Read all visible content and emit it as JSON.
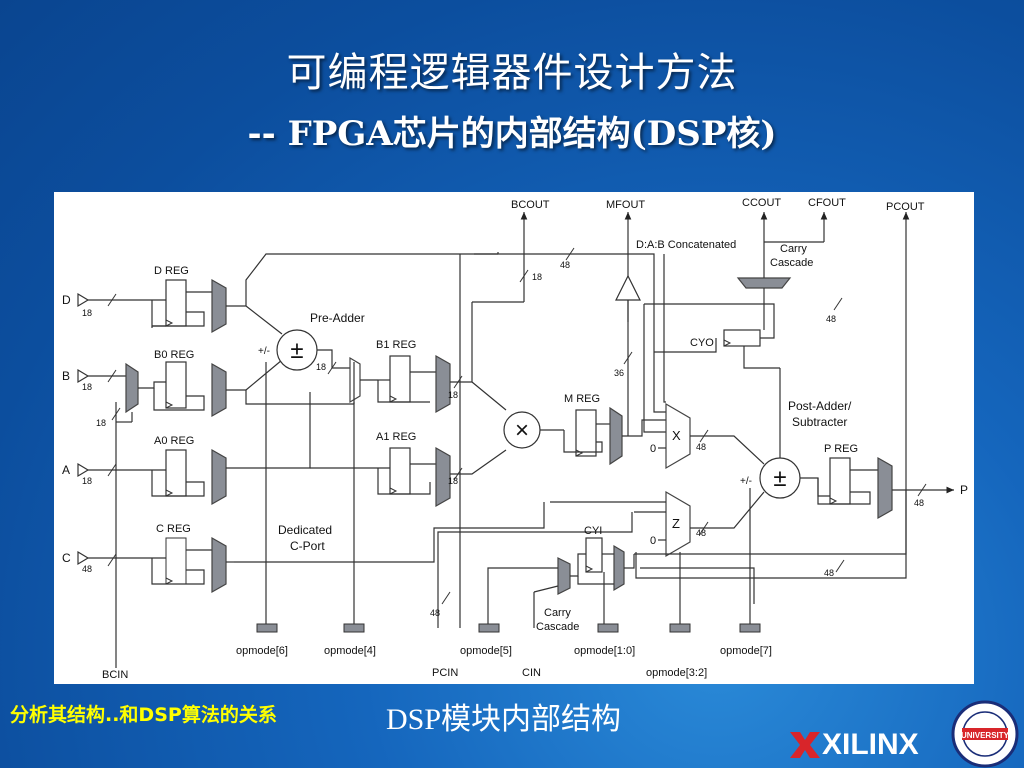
{
  "slide": {
    "title_main": "可编程逻辑器件设计方法",
    "title_sub": "-- FPGA芯片的内部结构(DSP核)",
    "footer_note": "分析其结构..和DSP算法的关系",
    "caption": "DSP模块内部结构"
  },
  "branding": {
    "logo_text": "XILINX",
    "seal_text": "XILINX UNIVERSITY PROGRAM"
  },
  "diagram": {
    "ports": {
      "bcout": "BCOUT",
      "mfout": "MFOUT",
      "ccout": "CCOUT",
      "cfout": "CFOUT",
      "pcout": "PCOUT",
      "d": "D",
      "b": "B",
      "a": "A",
      "c": "C",
      "p": "P",
      "bcin": "BCIN",
      "pcin": "PCIN",
      "cin": "CIN"
    },
    "blocks": {
      "d_reg": "D REG",
      "b0_reg": "B0 REG",
      "a0_reg": "A0 REG",
      "c_reg": "C REG",
      "b1_reg": "B1 REG",
      "a1_reg": "A1 REG",
      "m_reg": "M REG",
      "p_reg": "P REG",
      "cyo": "CYO",
      "cyi": "CYI",
      "x_mux": "X",
      "z_mux": "Z"
    },
    "labels": {
      "pre_adder": "Pre-Adder",
      "post_adder_1": "Post-Adder/",
      "post_adder_2": "Subtracter",
      "dedicated_1": "Dedicated",
      "dedicated_2": "C-Port",
      "concat": "D:A:B Concatenated",
      "carry_cascade_top_1": "Carry",
      "carry_cascade_top_2": "Cascade",
      "carry_cascade_bottom_1": "Carry",
      "carry_cascade_bottom_2": "Cascade",
      "plusminus_pre": "+/-",
      "plusminus_post": "+/-",
      "zero_x": "0",
      "zero_z": "0"
    },
    "opmodes": {
      "op6": "opmode[6]",
      "op4": "opmode[4]",
      "op5": "opmode[5]",
      "op10": "opmode[1:0]",
      "op32": "opmode[3:2]",
      "op7": "opmode[7]"
    },
    "widths": {
      "d": "18",
      "b": "18",
      "a": "18",
      "c": "48",
      "b_down": "18",
      "bcout": "18",
      "concat": "48",
      "mfout_36": "36",
      "cyo_48": "48",
      "pre_out": "18",
      "b1_out": "18",
      "a1_out": "18",
      "x_out": "48",
      "z_out": "48",
      "p_out": "48",
      "c_bottom": "48",
      "pcin": "48"
    },
    "symbols": {
      "add_sub": "±",
      "mult": "×"
    }
  }
}
